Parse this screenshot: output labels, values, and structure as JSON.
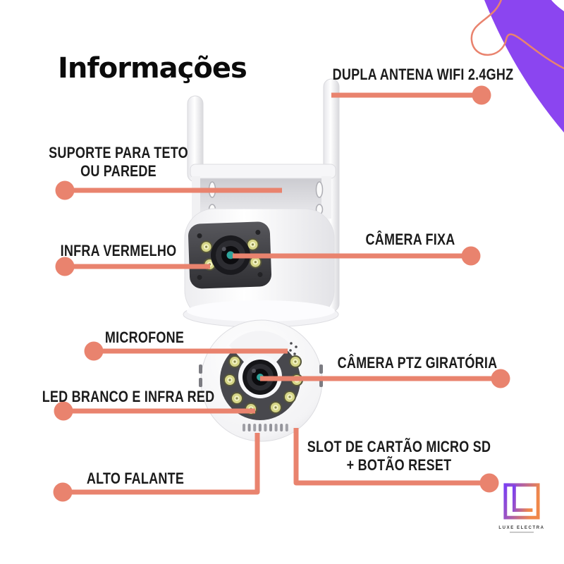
{
  "title": "Informações",
  "colors": {
    "accent": "#E9836E",
    "purple": "#8B45F0",
    "label_text": "#1B1B1B"
  },
  "labels": [
    {
      "id": "dupla-antena",
      "text": "DUPLA ANTENA WIFI 2.4GHZ"
    },
    {
      "id": "suporte",
      "text": "SUPORTE PARA TETO\nOU PAREDE"
    },
    {
      "id": "infra-vermelho",
      "text": "INFRA VERMELHO"
    },
    {
      "id": "camera-fixa",
      "text": "CÂMERA FIXA"
    },
    {
      "id": "microfone",
      "text": "MICROFONE"
    },
    {
      "id": "camera-ptz",
      "text": "CÂMERA PTZ GIRATÓRIA"
    },
    {
      "id": "led-branco",
      "text": "LED BRANCO E INFRA RED"
    },
    {
      "id": "slot-cartao",
      "text": "SLOT DE CARTÃO MICRO SD\n+ BOTÃO RESET"
    },
    {
      "id": "alto-falante",
      "text": "ALTO FALANTE"
    }
  ],
  "logo": {
    "text": "LUXE ELECTRA"
  }
}
